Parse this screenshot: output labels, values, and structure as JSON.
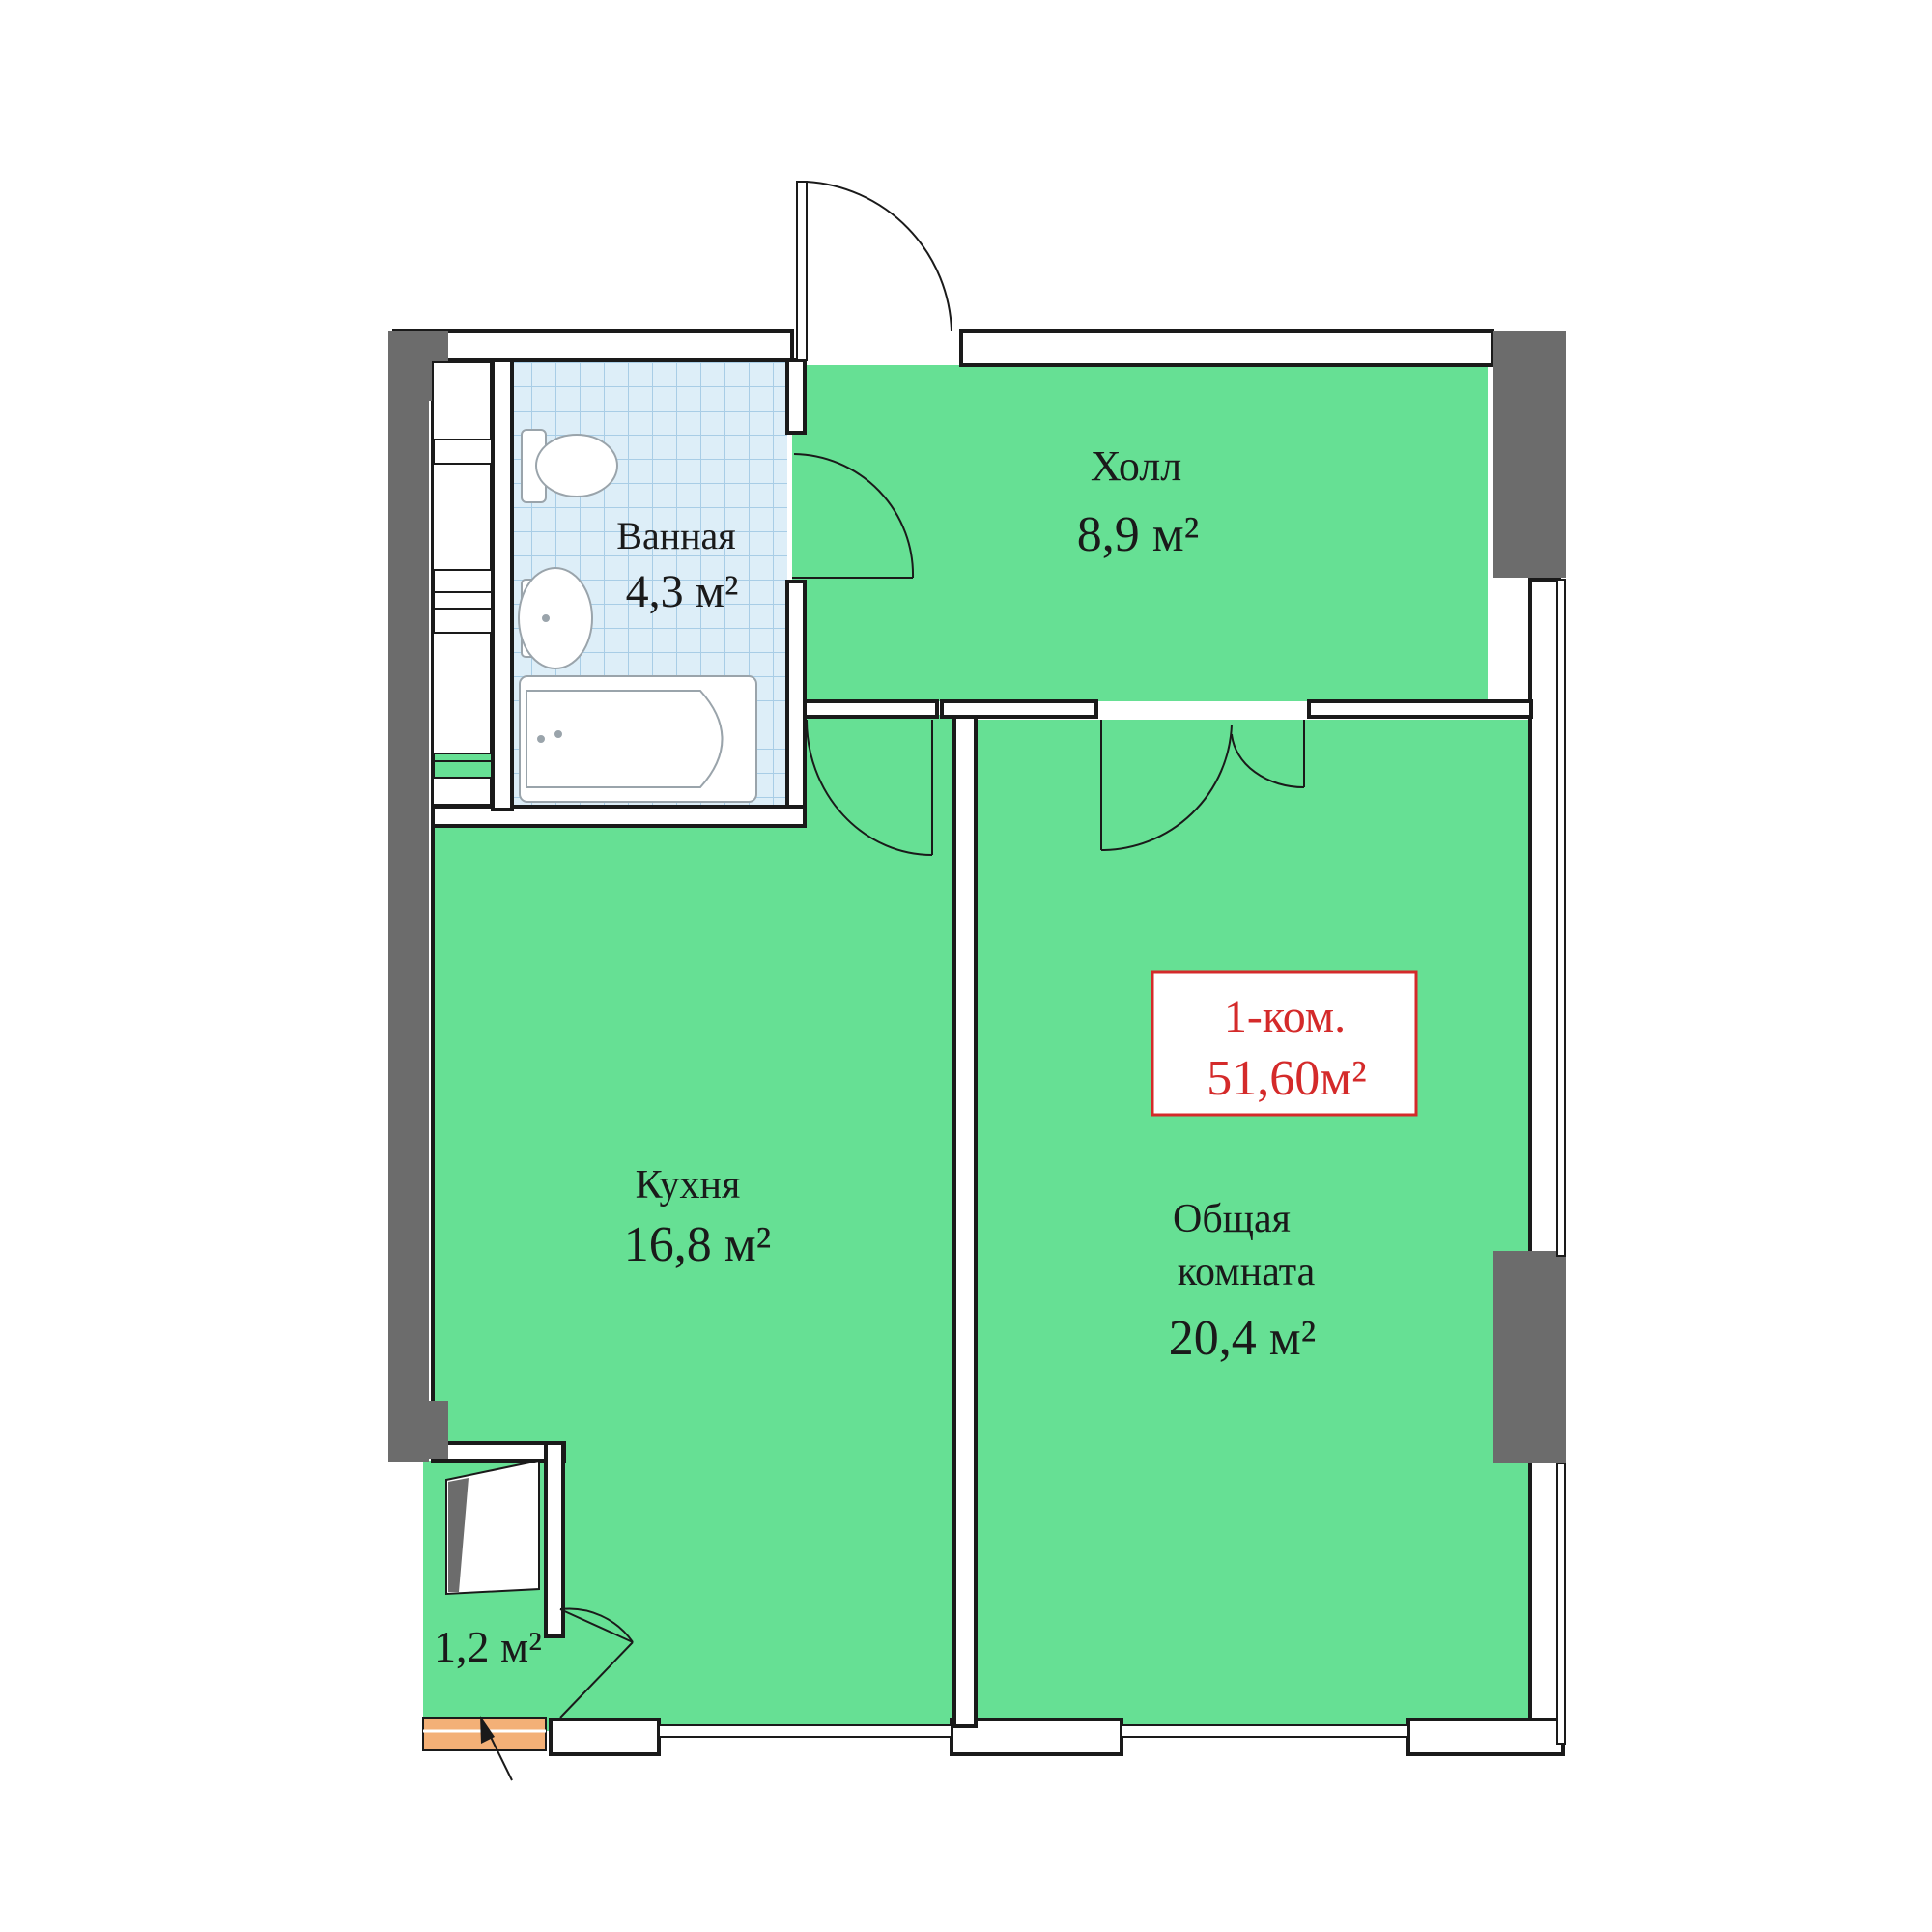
{
  "plan": {
    "colors": {
      "room_fill": "#66e094",
      "bath_tile": "#ddeef8",
      "bath_grid": "#a8cde6",
      "wall_outline": "#1a1a1a",
      "wall_column": "#6c6c6c",
      "badge_border": "#d42a2a",
      "badge_text": "#d42a2a",
      "balcony_glass": "#f3b077"
    },
    "badge": {
      "type": "1-ком.",
      "total_area": "51,60м²"
    },
    "rooms": {
      "hall": {
        "name": "Холл",
        "area": "8,9 м²"
      },
      "bathroom": {
        "name": "Ванная",
        "area": "4,3 м²"
      },
      "kitchen": {
        "name": "Кухня",
        "area": "16,8 м²"
      },
      "living": {
        "name_line1": "Общая",
        "name_line2": "комната",
        "area": "20,4 м²"
      },
      "balcony": {
        "area": "1,2 м²"
      }
    },
    "fixtures": [
      "toilet-icon",
      "sink-icon",
      "bathtub-icon",
      "entrance-door-icon",
      "interior-door-icon",
      "double-door-icon",
      "window-icon",
      "column-icon"
    ]
  }
}
